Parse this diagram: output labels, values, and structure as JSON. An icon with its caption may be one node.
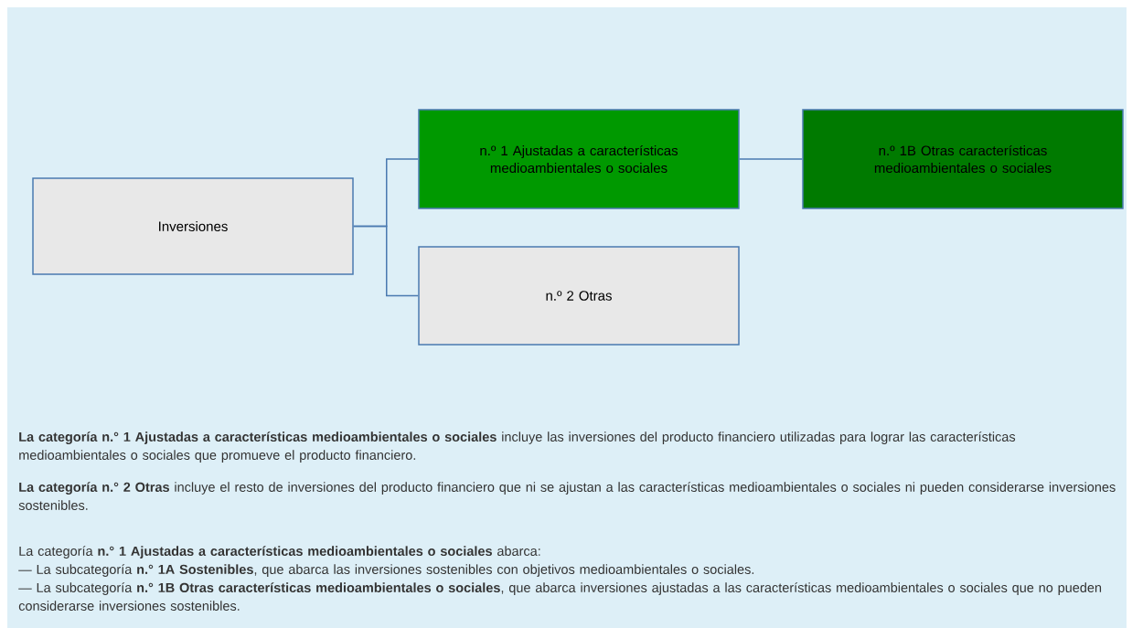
{
  "diagram": {
    "nodes": [
      {
        "text": [
          "Inversiones"
        ]
      },
      {
        "text": [
          "n.º 1 Ajustadas a características medioambientales o sociales"
        ]
      },
      {
        "text": [
          "n.º 1B Otras características medioambientales o sociales"
        ]
      },
      {
        "text": [
          "n.º 2 Otras"
        ]
      }
    ],
    "edges": [
      {
        "from": 0,
        "to": 1,
        "arrow": "none"
      },
      {
        "from": 0,
        "to": 3,
        "arrow": "none"
      },
      {
        "from": 1,
        "to": 2,
        "arrow": "none"
      }
    ],
    "labels": [
      "**La categoría n.° 1 Ajustadas a características medioambientales o sociales** incluye las inversiones del producto financiero utilizadas para lograr las características medioambientales o sociales que promueve el producto financiero.",
      "**La categoría n.° 2 Otras** incluye el resto de inversiones del producto financiero que ni se ajustan a las características medioambientales o sociales ni pueden considerarse inversiones sostenibles.",
      "La categoría **n.° 1 Ajustadas a características medioambientales o sociales** abarca:",
      "— La subcategoría **n.° 1A Sostenibles**, que abarca las inversiones sostenibles con objetivos medioambientales o sociales.",
      "— La subcategoría **n.° 1B Otras características medioambientales o sociales**, que abarca inversiones ajustadas a las características medioambientales o sociales que no pueden considerarse inversiones sostenibles."
    ]
  }
}
